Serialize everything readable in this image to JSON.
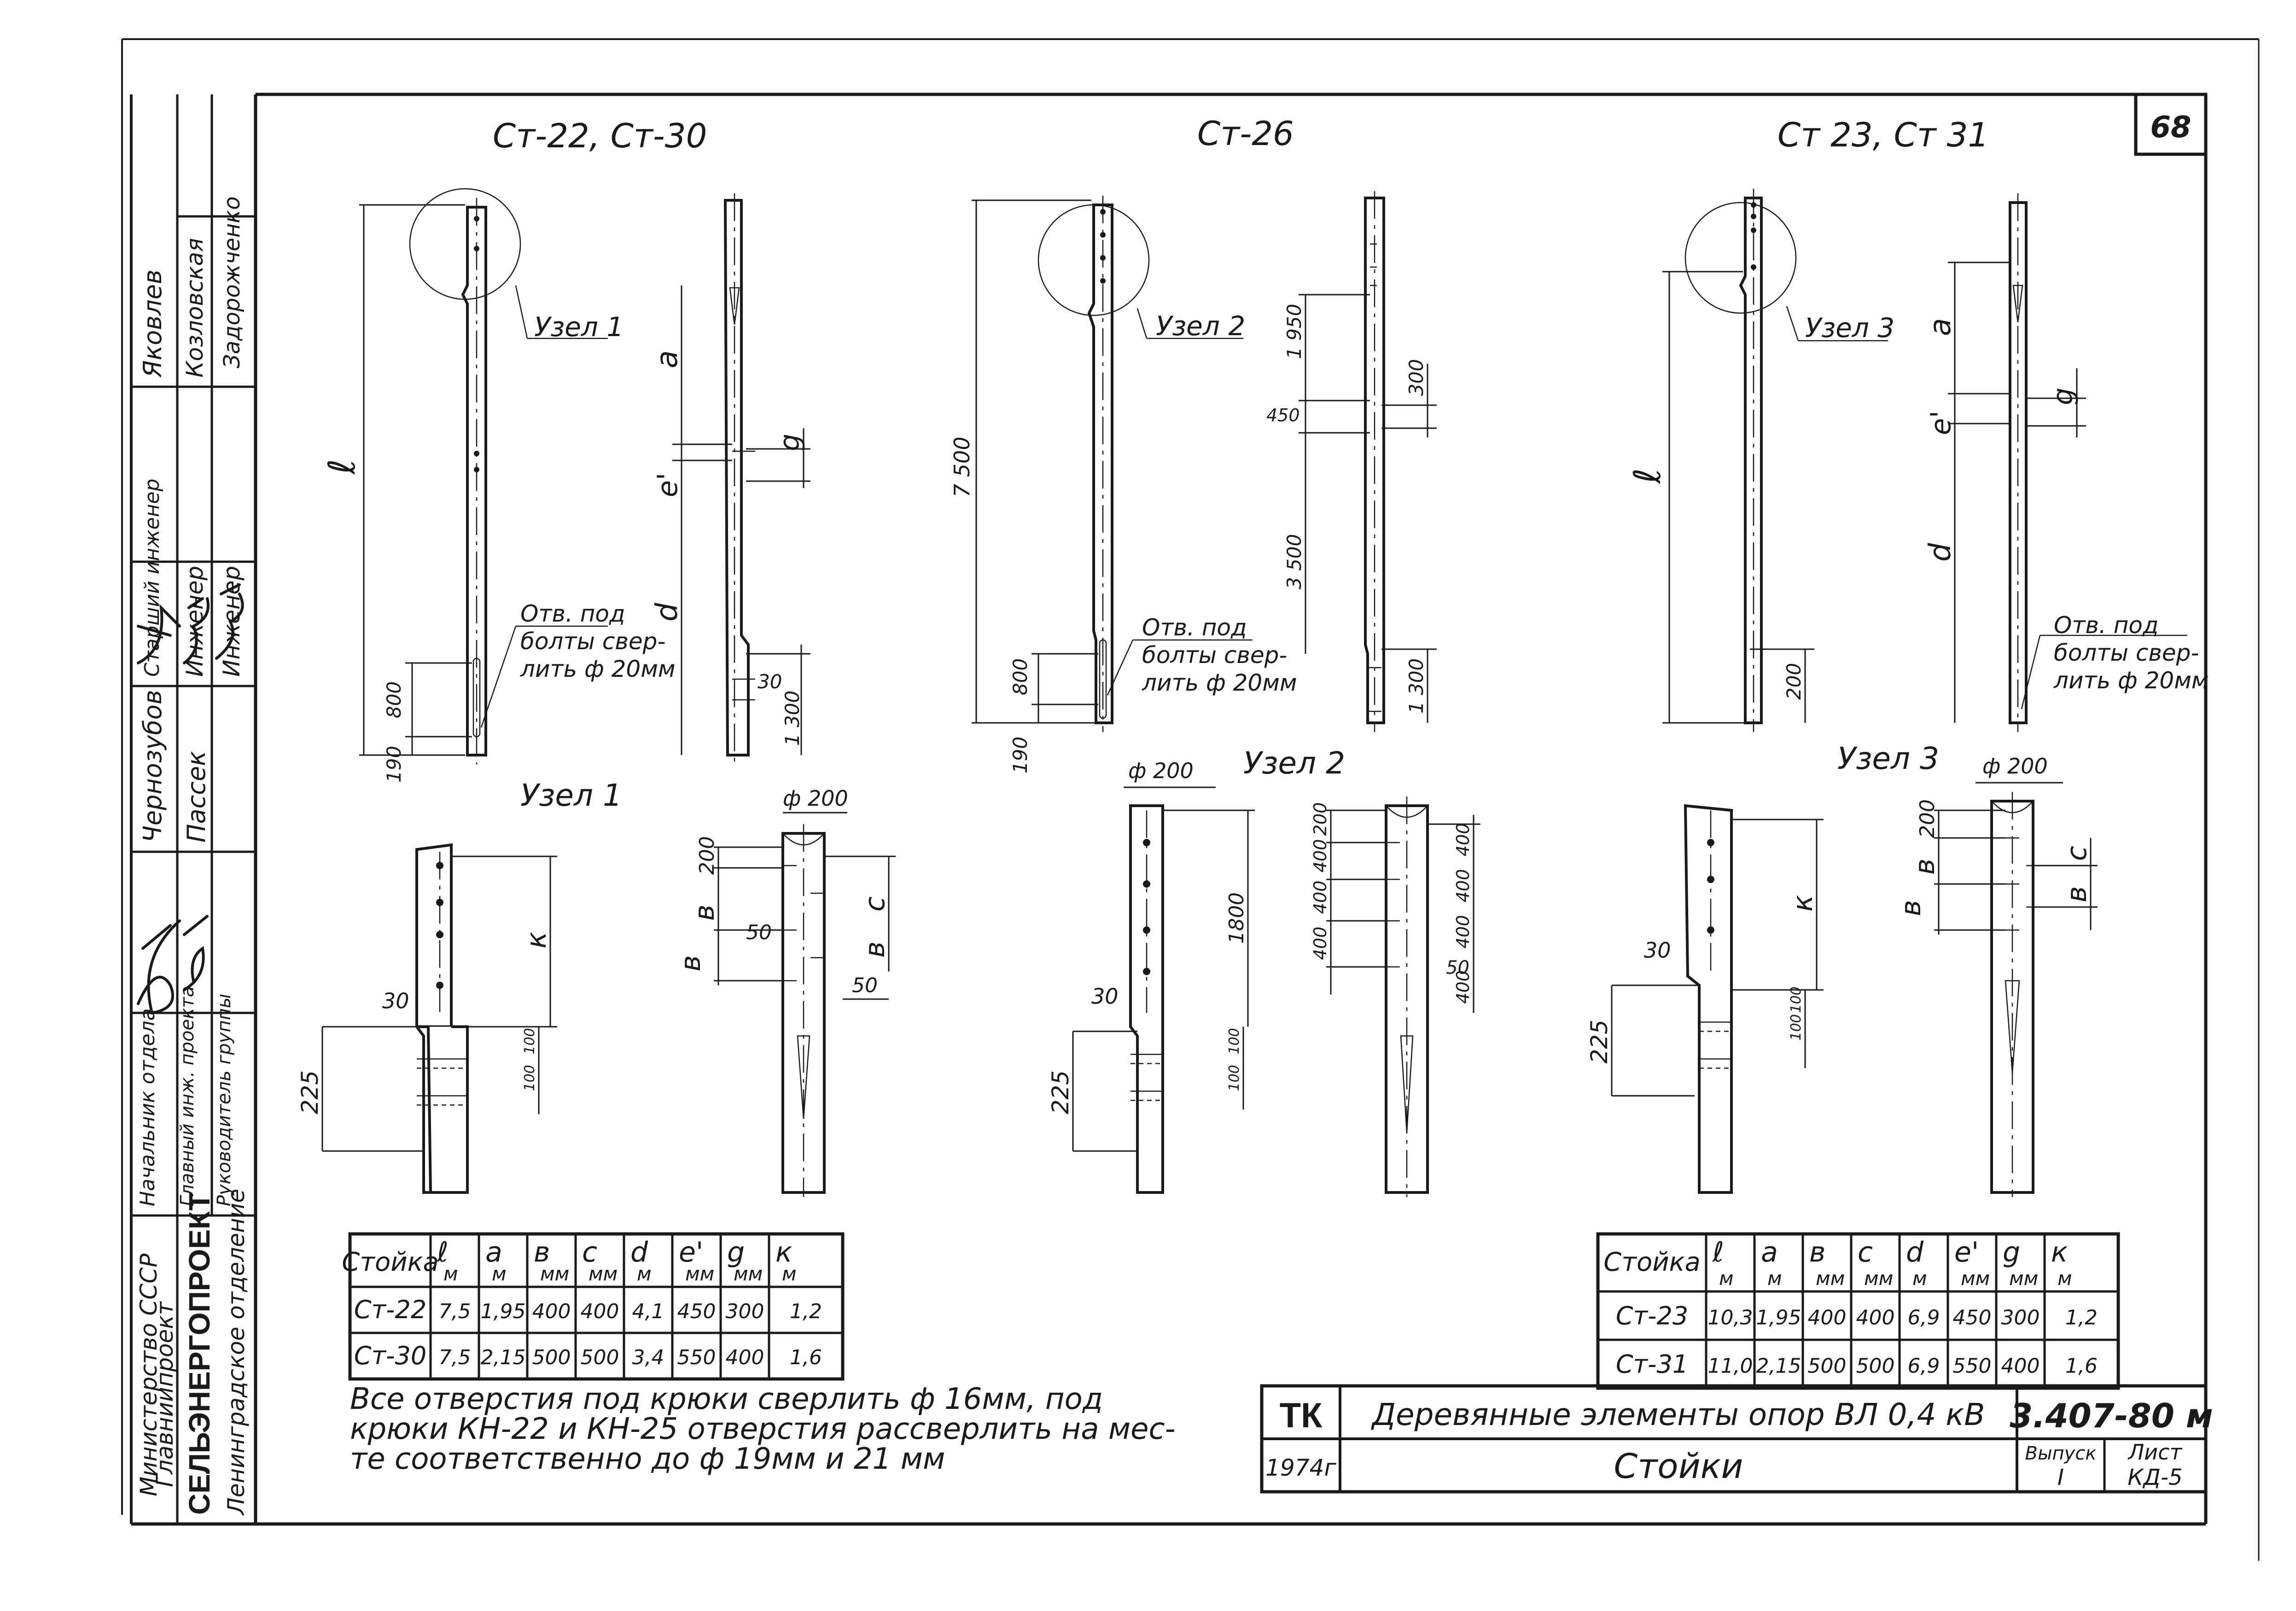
{
  "sheet_number": "68",
  "drawing_groups": [
    {
      "title": "Ст-22, Ст-30",
      "node_label": "Узел 1"
    },
    {
      "title": "Ст-26",
      "node_label": "Узел 2"
    },
    {
      "title": "Ст 23, Ст 31",
      "node_label": "Узел 3"
    }
  ],
  "hole_note": [
    "Отв. под",
    "болты свер-",
    "лить ф 20мм"
  ],
  "dims": {
    "l": "ℓ",
    "a": "a",
    "e": "e'",
    "d": "d",
    "g": "g",
    "b": "в",
    "c": "c",
    "k": "к",
    "d800": "800",
    "d190": "190",
    "d1300": "1 300",
    "d30": "30",
    "d7500": "7 500",
    "d1950": "1 950",
    "d450": "450",
    "d300": "300",
    "d3500": "3 500",
    "d200": "200",
    "d225": "225",
    "d50": "50",
    "d100": "100",
    "d1800": "1800",
    "d400": "400",
    "phi200": "ф 200"
  },
  "table_left": {
    "headers": [
      [
        "Стойка",
        ""
      ],
      [
        "ℓ",
        "м"
      ],
      [
        "a",
        "м"
      ],
      [
        "в",
        "мм"
      ],
      [
        "c",
        "мм"
      ],
      [
        "d",
        "м"
      ],
      [
        "e'",
        "мм"
      ],
      [
        "g",
        "мм"
      ],
      [
        "к",
        "м"
      ]
    ],
    "rows": [
      [
        "Ст-22",
        "7,5",
        "1,95",
        "400",
        "400",
        "4,1",
        "450",
        "300",
        "1,2"
      ],
      [
        "Ст-30",
        "7,5",
        "2,15",
        "500",
        "500",
        "3,4",
        "550",
        "400",
        "1,6"
      ]
    ]
  },
  "table_right": {
    "headers": [
      [
        "Стойка",
        ""
      ],
      [
        "ℓ",
        "м"
      ],
      [
        "a",
        "м"
      ],
      [
        "в",
        "мм"
      ],
      [
        "c",
        "мм"
      ],
      [
        "d",
        "м"
      ],
      [
        "e'",
        "мм"
      ],
      [
        "g",
        "мм"
      ],
      [
        "к",
        "м"
      ]
    ],
    "rows": [
      [
        "Ст-23",
        "10,3",
        "1,95",
        "400",
        "400",
        "6,9",
        "450",
        "300",
        "1,2"
      ],
      [
        "Ст-31",
        "11,0",
        "2,15",
        "500",
        "500",
        "6,9",
        "550",
        "400",
        "1,6"
      ]
    ]
  },
  "note": [
    "Все отверстия под крюки сверлить ф 16мм, под",
    "крюки КН-22 и КН-25 отверстия рассверлить на мес-",
    "те соответственно до ф 19мм и 21 мм"
  ],
  "title_block": {
    "code": "ТК",
    "year": "1974г",
    "name": "Деревянные элементы опор ВЛ 0,4 кВ",
    "subject": "Стойки",
    "number": "3.407-80 м",
    "vol_label": "Выпуск",
    "vol_value": "I",
    "sheet_label": "Лист",
    "sheet_value": "КД-5"
  },
  "side_stamp": {
    "org": [
      "Министерство СССР",
      "Главниипроект",
      "СЕЛЬЭНЕРГОПРОЕКТ",
      "Ленинградское отделение"
    ],
    "roles": [
      "Начальник отдела",
      "Главный инж. проекта",
      "Руководитель группы",
      "Старший инженер",
      "Инженер",
      "Инженер"
    ],
    "names": [
      "Чернозубов",
      "Пассек",
      "Яковлев",
      "Козловская",
      "Задорожченко"
    ]
  }
}
